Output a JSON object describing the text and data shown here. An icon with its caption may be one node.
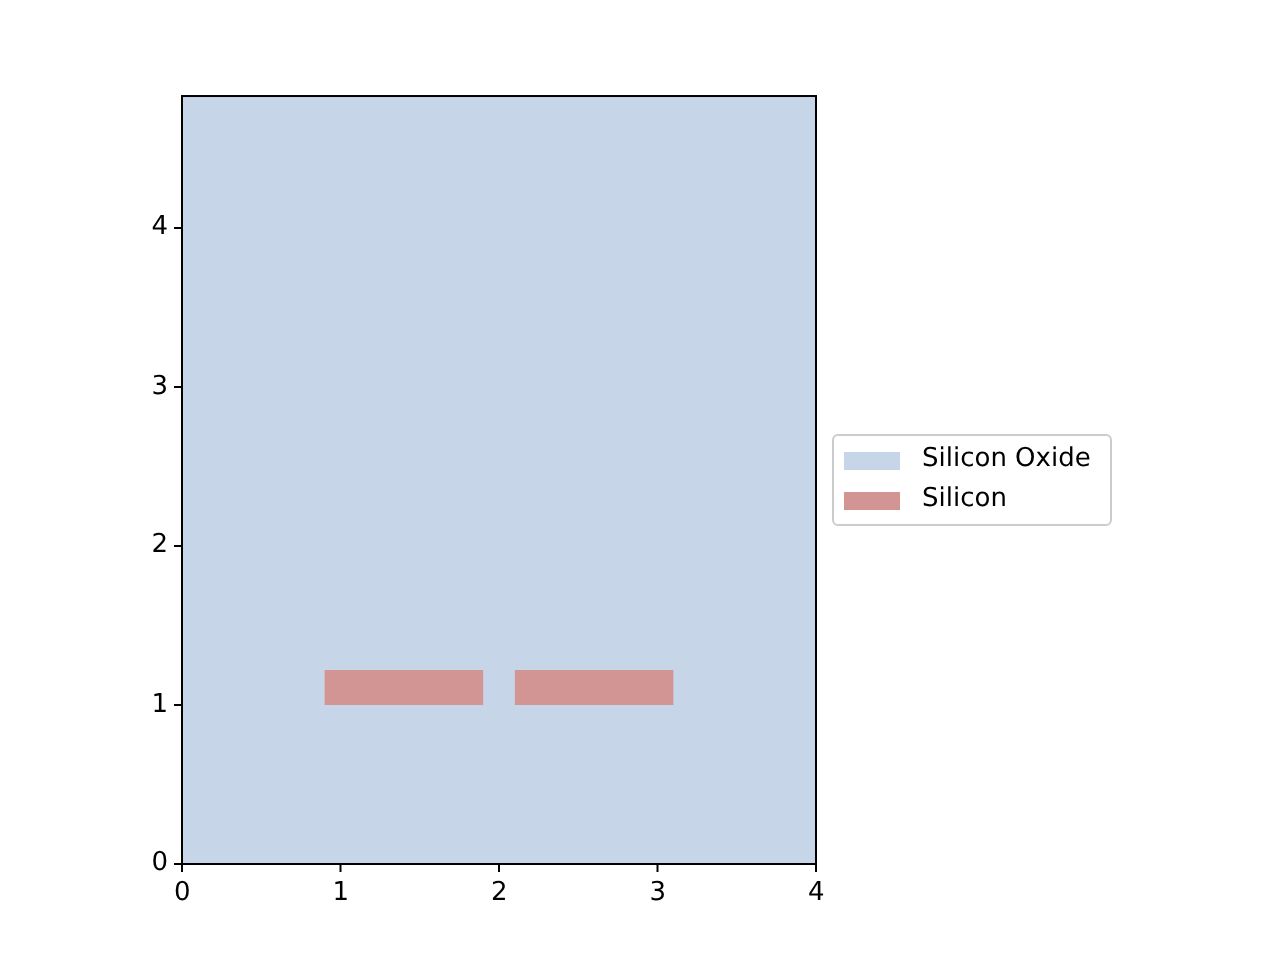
{
  "diagram": {
    "labels": [
      "4",
      "3",
      "2",
      "1",
      "0",
      "0",
      "1",
      "2",
      "3",
      "4"
    ],
    "legend": [
      {
        "text": "Silicon Oxide",
        "color": "#c6d5e8"
      },
      {
        "text": "Silicon",
        "color": "#d39594"
      }
    ]
  }
}
